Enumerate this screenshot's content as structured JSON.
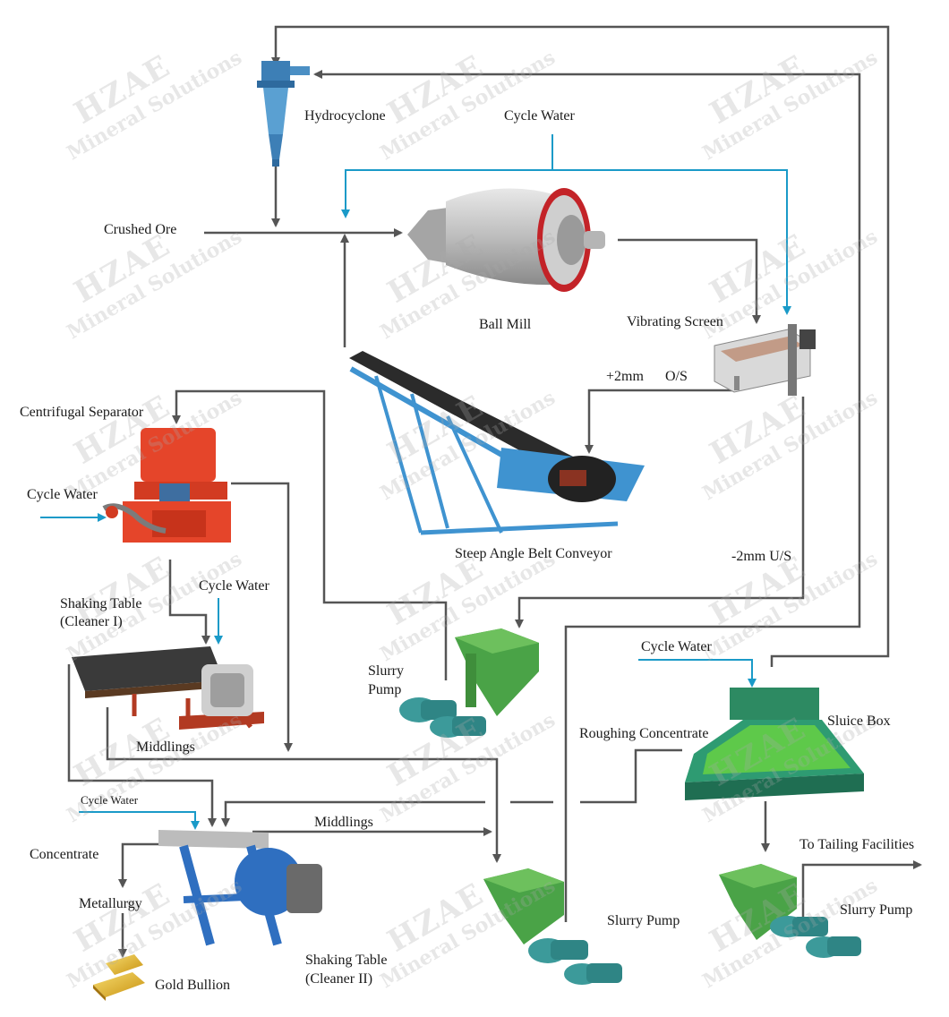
{
  "labels": {
    "hydrocyclone": "Hydrocyclone",
    "cycle_water_top": "Cycle Water",
    "crushed_ore": "Crushed Ore",
    "ball_mill": "Ball Mill",
    "vibrating_screen": "Vibrating Screen",
    "plus_2mm": "+2mm",
    "os": "O/S",
    "centrifugal_separator": "Centrifugal Separator",
    "cycle_water_centrifugal": "Cycle Water",
    "steep_angle_belt_conveyor": "Steep Angle Belt Conveyor",
    "minus_2mm_us": "-2mm U/S",
    "shaking_table_cleaner1_line1": "Shaking Table",
    "shaking_table_cleaner1_line2": "(Cleaner I)",
    "cycle_water_table1": "Cycle Water",
    "slurry_pump_1_line1": "Slurry",
    "slurry_pump_1_line2": "Pump",
    "cycle_water_sluice": "Cycle Water",
    "sluice_box": "Sluice Box",
    "roughing_concentrate": "Roughing Concentrate",
    "middlings_1": "Middlings",
    "cycle_water_table2": "Cycle Water",
    "middlings_2": "Middlings",
    "concentrate": "Concentrate",
    "metallurgy": "Metallurgy",
    "gold_bullion": "Gold Bullion",
    "shaking_table_cleaner2_line1": "Shaking Table",
    "shaking_table_cleaner2_line2": "(Cleaner II)",
    "slurry_pump_2": "Slurry Pump",
    "to_tailing_facilities": "To Tailing Facilities",
    "slurry_pump_3": "Slurry Pump"
  },
  "watermark": {
    "line1": "HZAE",
    "line2": "Mineral Solutions"
  },
  "colors": {
    "flow_line": "#555555",
    "water_line": "#1a9ac8",
    "equipment_blue": "#2f86c0",
    "equipment_green": "#4aa347",
    "separator_red": "#e5452a",
    "ball_mill_gray": "#c9c9c9",
    "gold": "#e2b12c"
  },
  "icons": [
    "hydrocyclone-icon",
    "ball-mill-icon",
    "vibrating-screen-icon",
    "belt-conveyor-icon",
    "centrifugal-separator-icon",
    "shaking-table-icon",
    "slurry-pump-icon",
    "sluice-box-icon",
    "gold-bullion-icon"
  ]
}
